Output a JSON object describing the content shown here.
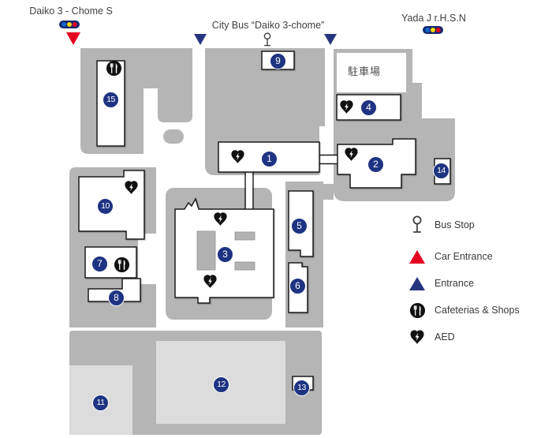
{
  "top_labels": {
    "left": {
      "text": "Daiko 3 - Chome S"
    },
    "center": {
      "text": "City Bus “Daiko 3-chome”"
    },
    "right": {
      "text": "Yada J r.H.S.N"
    }
  },
  "map": {
    "parking_label": "駐車場",
    "markers": [
      "1",
      "2",
      "3",
      "4",
      "5",
      "6",
      "7",
      "8",
      "9",
      "10",
      "11",
      "12",
      "13",
      "14",
      "15"
    ]
  },
  "legend": {
    "items": [
      {
        "icon": "bus-stop-icon",
        "label": "Bus Stop"
      },
      {
        "icon": "car-entrance-icon",
        "label": "Car Entrance"
      },
      {
        "icon": "entrance-icon",
        "label": "Entrance"
      },
      {
        "icon": "cafeterias-shops-icon",
        "label": "Cafeterias & Shops"
      },
      {
        "icon": "aed-icon",
        "label": "AED"
      }
    ]
  },
  "colors": {
    "map_gray": "#b5b5b5",
    "building_light_gray": "#dcdcdc",
    "building_white": "#ffffff",
    "outline": "#1a1a1a",
    "marker_navy": "#1e3382",
    "entrance_blue": "#27357e",
    "car_entrance_red": "#e60020",
    "signal_housing_navy": "#14276f",
    "signal_blue": "#1565c8",
    "signal_yellow": "#ffd500",
    "text_gray": "#3f3f3f"
  }
}
